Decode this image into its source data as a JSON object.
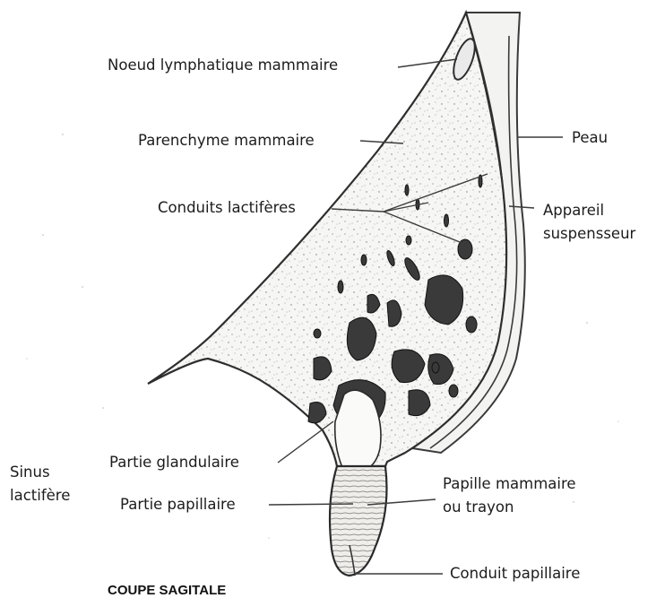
{
  "diagram": {
    "title": "COUPE SAGITALE",
    "labels": {
      "noeud": "Noeud lymphatique mammaire",
      "parenchyme": "Parenchyme mammaire",
      "peau": "Peau",
      "conduits": "Conduits lactifères",
      "appareil_1": "Appareil",
      "appareil_2": "suspensseur",
      "sinus_1": "Sinus",
      "sinus_2": "lactifère",
      "partie_glandulaire": "Partie glandulaire",
      "partie_papillaire": "Partie papillaire",
      "papille_1": "Papille mammaire",
      "papille_2": "ou trayon",
      "conduit_papillaire": "Conduit papillaire"
    }
  }
}
